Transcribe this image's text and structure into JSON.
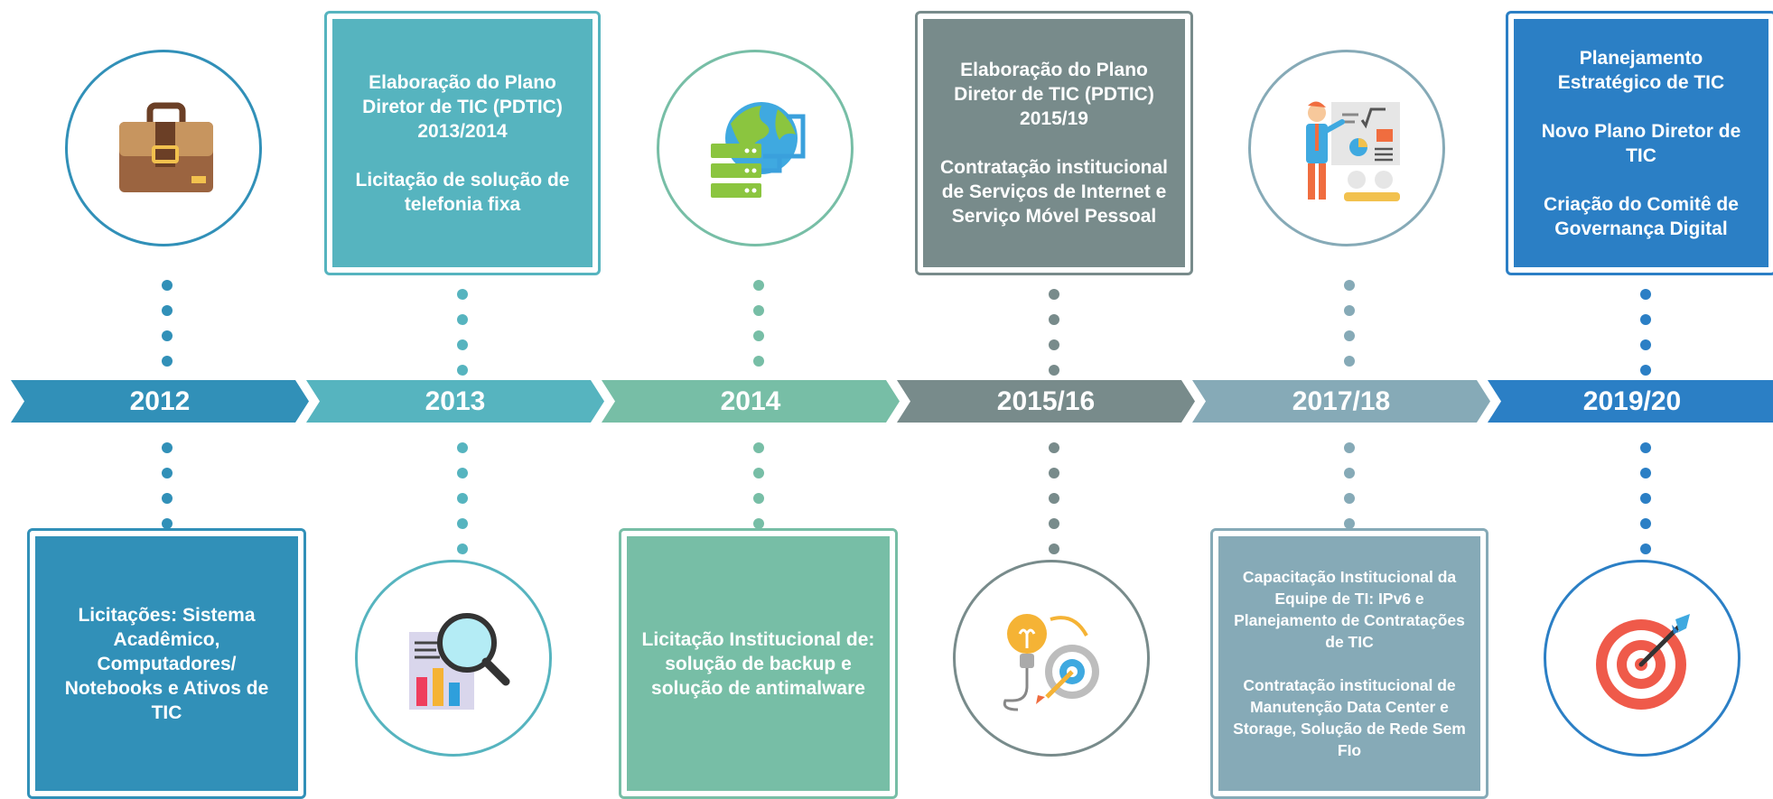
{
  "colors": {
    "c2012": "#3190b8",
    "c2013": "#56b4bf",
    "c2014": "#77bea6",
    "c2015": "#788b8b",
    "c2017": "#86aab7",
    "c2019": "#2b7fc5"
  },
  "timeline": [
    {
      "year": "2012",
      "text": "Licitações: Sistema Acadêmico, Computadores/ Notebooks e Ativos de TIC",
      "icon": "briefcase-icon"
    },
    {
      "year": "2013",
      "text": "Elaboração do Plano Diretor de TIC (PDTIC) 2013/2014\n\nLicitação de solução de telefonia fixa",
      "icon": "magnifier-chart-icon"
    },
    {
      "year": "2014",
      "text": "Licitação Institucional de: solução de backup e solução de antimalware",
      "icon": "globe-server-icon"
    },
    {
      "year": "2015/16",
      "text": "Elaboração do Plano Diretor de TIC (PDTIC) 2015/19\n\nContratação institucional de Serviços de Internet e Serviço Móvel Pessoal",
      "icon": "idea-target-icon"
    },
    {
      "year": "2017/18",
      "text": "Capacitação Institucional da Equipe de TI: IPv6 e Planejamento de Contratações de TIC\n\nContratação institucional de Manutenção Data Center e Storage, Solução de Rede Sem FIo",
      "icon": "presentation-icon"
    },
    {
      "year": "2019/20",
      "text": "Planejamento Estratégico de TIC\n\nNovo Plano Diretor de TIC\n\nCriação do Comitê de Governança Digital",
      "icon": "target-arrow-icon"
    }
  ]
}
